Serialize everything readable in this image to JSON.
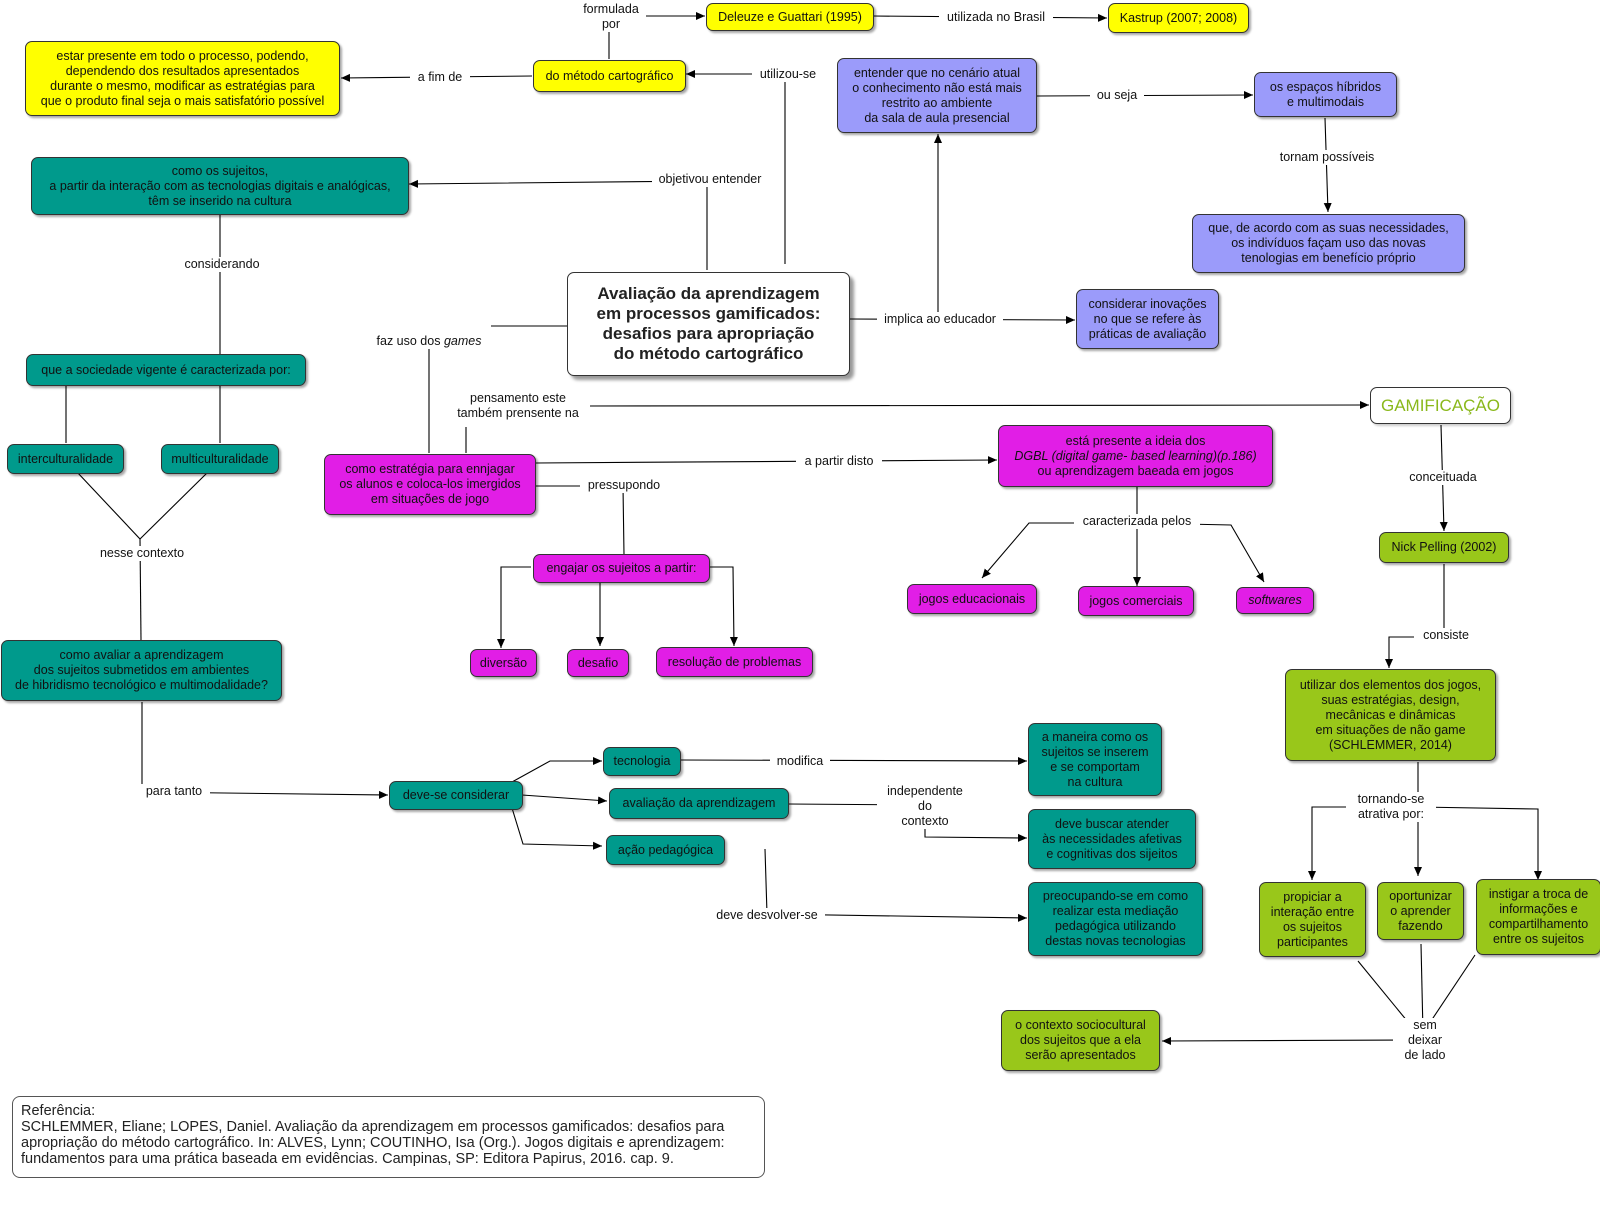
{
  "nodes": {
    "main": "Avaliação da aprendizagem\nem processos gamificados:\ndesafios para apropriação\ndo método cartográfico",
    "metodo": "do método cartográfico",
    "deleuze": "Deleuze e Guattari (1995)",
    "kastrup": "Kastrup (2007; 2008)",
    "presente": "estar presente em todo o processo, podendo,\ndependendo dos resultados apresentados\ndurante o mesmo, modificar as estratégias para\nque o produto final seja o mais satisfatório possível",
    "como_sujeitos": "como os sujeitos,\na partir da interação com as tecnologias digitais e analógicas,\ntêm se inserido na cultura",
    "sociedade": "que a sociedade vigente é caracterizada por:",
    "intercult": "interculturalidade",
    "multicult": "multiculturalidade",
    "como_avaliar": "como avaliar a aprendizagem\ndos sujeitos submetidos em ambientes\nde hibridismo tecnológico e multimodalidade?",
    "deve_considerar": "deve-se considerar",
    "tecnologia": "tecnologia",
    "avaliacao": "avaliação da aprendizagem",
    "acao": "ação pedagógica",
    "maneira": "a maneira como os\nsujeitos se inserem\ne se comportam\nna cultura",
    "atender": "deve buscar atender\nàs necessidades afetivas\ne cognitivas dos sijeitos",
    "preocupando": "preocupando-se em como\nrealizar esta mediação\npedagógica utilizando\ndestas novas tecnologias",
    "entender": "entender que no cenário atual\no conhecimento não está mais\nrestrito ao ambiente\nda sala de aula presencial",
    "hibridos": "os espaços híbridos\ne multimodais",
    "individuos": "que, de acordo com as suas necessidades,\nos indivíduos façam uso das novas\ntenologias em benefício próprio",
    "inovacoes": "considerar inovações\nno que se refere às\npráticas de avaliação",
    "estrategia": "como estratégia para ennjagar\nos alunos e coloca-los imergidos\nem situações de jogo",
    "engajar": "engajar os sujeitos a partir:",
    "diversao": "diversão",
    "desafio": "desafio",
    "resolucao": "resolução de problemas",
    "dgbl_l1": "está presente a ideia dos",
    "dgbl_l2": "DGBL (digital game- based learning)(p.186)",
    "dgbl_l3": "ou aprendizagem baeada em jogos",
    "educacionais": "jogos educacionais",
    "comerciais": "jogos comerciais",
    "softwares": "softwares",
    "gamificacao": "GAMIFICAÇÃO",
    "nick": "Nick Pelling (2002)",
    "utilizar": "utilizar dos elementos dos jogos,\nsuas estratégias, design,\nmecânicas e dinâmicas\nem situações de não game\n(SCHLEMMER, 2014)",
    "propiciar": "propiciar a\ninteração entre\nos sujeitos\nparticipantes",
    "oportunizar": "oportunizar\no aprender\nfazendo",
    "instigar": "instigar a troca de\ninformações e\ncompartilhamento\nentre os sujeitos",
    "contexto_socio": "o contexto sociocultural\ndos sujeitos que a ela\nserão apresentados"
  },
  "labels": {
    "formulada": "formulada\npor",
    "utilizada": "utilizada no Brasil",
    "a_fim": "a fim de",
    "utilizou": "utilizou-se",
    "objetivou": "objetivou entender",
    "considerando": "considerando",
    "faz_uso_pre": "faz uso dos ",
    "faz_uso_games": "games",
    "implica": "implica ao educador",
    "ou_seja": "ou seja",
    "tornam": "tornam possíveis",
    "pensamento": "pensamento este\ntambém prensente na",
    "a_partir": "a partir disto",
    "pressupondo": "pressupondo",
    "caracterizada": "caracterizada pelos",
    "conceituada": "conceituada",
    "consiste": "consiste",
    "tornando": "tornando-se\natrativa por:",
    "sem": "sem\ndeixar\nde lado",
    "nesse": "nesse contexto",
    "para_tanto": "para tanto",
    "modifica": "modifica",
    "independente": "independente\ndo\ncontexto",
    "deve_desenvolver": "deve desvolver-se"
  },
  "reference": {
    "heading": "Referência:",
    "text": "SCHLEMMER, Eliane; LOPES, Daniel. Avaliação da aprendizagem em processos gamificados: desafios para apropriação do método cartográfico. In: ALVES, Lynn; COUTINHO, Isa  (Org.). Jogos digitais e aprendizagem: fundamentos para uma prática baseada em evidências. Campinas, SP: Editora Papirus, 2016. cap. 9."
  },
  "colors": {
    "yellow": "#ffff00",
    "teal": "#009a8c",
    "blue": "#9b9bfa",
    "magenta": "#e11ee6",
    "green": "#99c71a",
    "gamificacao_text": "#8ab81b"
  }
}
